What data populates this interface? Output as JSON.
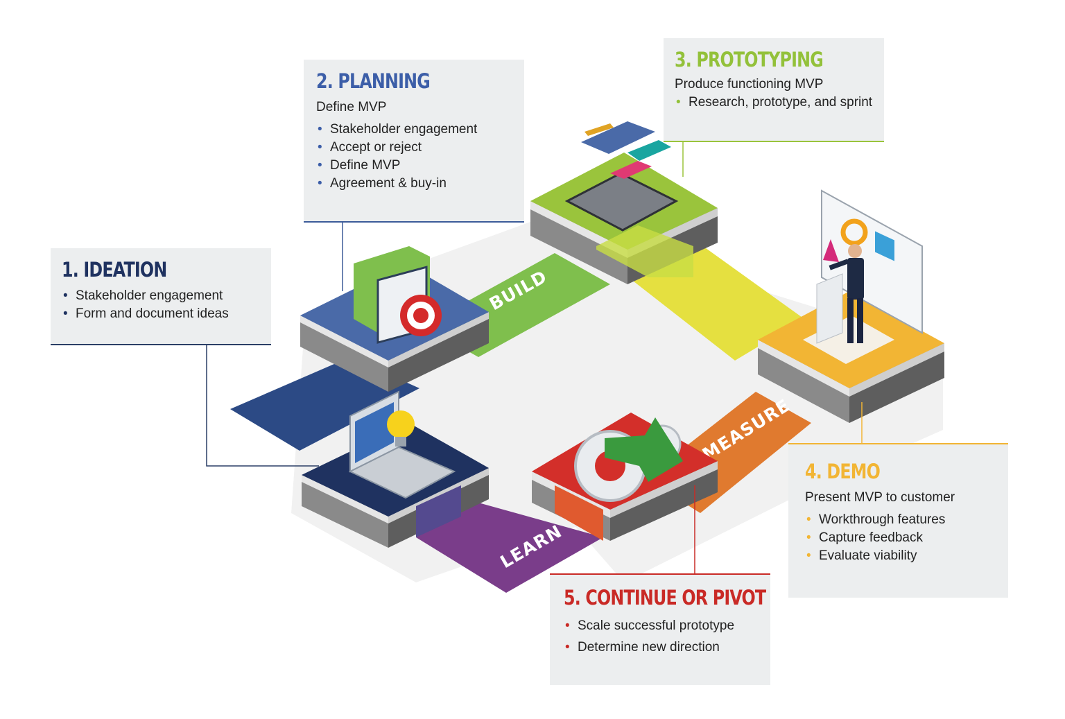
{
  "stages": {
    "ideation": {
      "title": "1. IDEATION",
      "bullets": [
        "Stakeholder engagement",
        "Form and document ideas"
      ],
      "color": "#1f3260"
    },
    "planning": {
      "title": "2. PLANNING",
      "subtitle": "Define MVP",
      "bullets": [
        "Stakeholder engagement",
        "Accept or reject",
        "Define MVP",
        "Agreement & buy-in"
      ],
      "color": "#3c5ea8"
    },
    "prototyping": {
      "title": "3. PROTOTYPING",
      "subtitle": "Produce functioning MVP",
      "bullets": [
        "Research, prototype, and sprint"
      ],
      "color": "#93c13a"
    },
    "demo": {
      "title": "4. DEMO",
      "subtitle": "Present MVP to customer",
      "bullets": [
        "Workthrough features",
        "Capture feedback",
        "Evaluate viability"
      ],
      "color": "#f2b534"
    },
    "continue": {
      "title": "5. CONTINUE OR PIVOT",
      "bullets": [
        "Scale successful prototype",
        "Determine new direction"
      ],
      "color": "#c92a26"
    }
  },
  "paths": {
    "build": "BUILD",
    "measure": "MEASURE",
    "learn": "LEARN"
  }
}
